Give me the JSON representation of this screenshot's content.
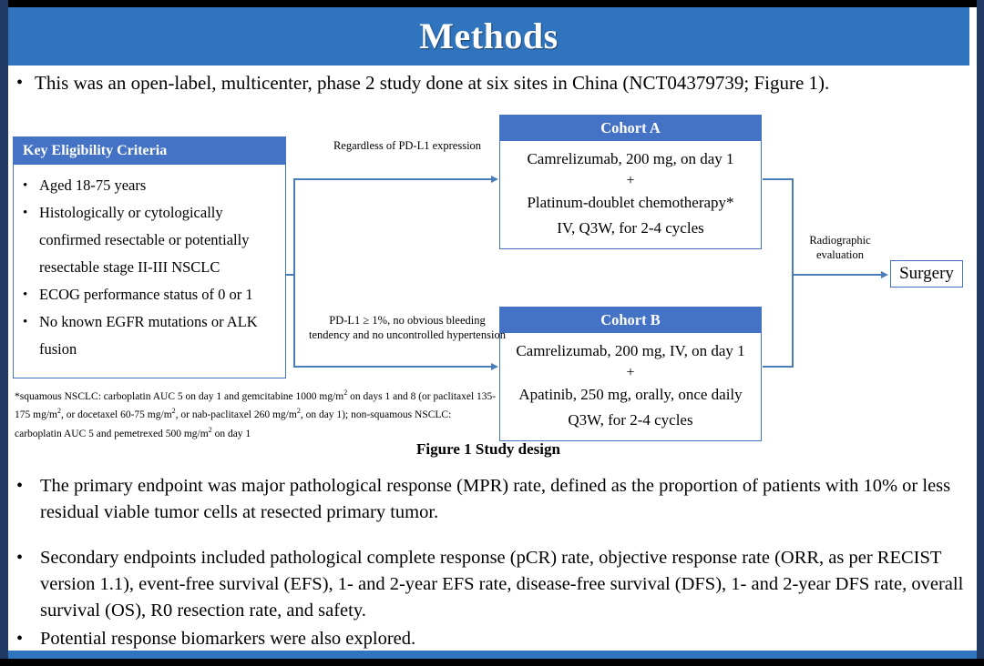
{
  "slide": {
    "title": "Methods",
    "accent_blue": "#3074be",
    "box_blue": "#4472c4",
    "edge_navy": "#1f3864",
    "line_blue": "#4a7ebb"
  },
  "top_bullet": {
    "marker": "•",
    "text": "This was an open-label, multicenter, phase 2 study done at six sites in China (NCT04379739; Figure 1)."
  },
  "eligibility": {
    "header": "Key  Eligibility Criteria",
    "marker": "•",
    "items": [
      "Aged 18-75 years",
      "Histologically or cytologically confirmed resectable or potentially resectable stage II-III  NSCLC",
      "ECOG performance status of 0 or 1",
      "No known EGFR mutations or ALK fusion"
    ]
  },
  "footnote": {
    "line1_pre": "*squamous NSCLC: carboplatin AUC 5 on day 1 and gemcitabine 1000 mg/m",
    "line1_post": " on days 1 and 8 (or paclitaxel 135-175  mg/m",
    "line2_post": ", or docetaxel 60-75 mg/m",
    "line3_post": ", or nab-paclitaxel 260 mg/m",
    "line4_post": ", on day 1); non-squamous NSCLC: carboplatin AUC 5 and pemetrexed 500 mg/m",
    "line5_post": " on day 1",
    "sup": "2",
    "full_text": "*squamous NSCLC: carboplatin AUC 5 on day 1 and gemcitabine 1000 mg/m2 on days 1 and 8 (or paclitaxel 135-175 mg/m2, or docetaxel 60-75 mg/m2, or nab-paclitaxel 260 mg/m2, on day 1); non-squamous NSCLC: carboplatin AUC 5 and pemetrexed 500 mg/m2 on day 1"
  },
  "cohort_a": {
    "header": "Cohort A",
    "line1": "Camrelizumab, 200 mg, on day 1",
    "plus": "+",
    "line2": "Platinum-doublet chemotherapy*",
    "line3": "IV, Q3W, for 2-4 cycles"
  },
  "cohort_b": {
    "header": "Cohort B",
    "line1": "Camrelizumab, 200 mg, IV, on day 1",
    "plus": "+",
    "line2": "Apatinib, 250 mg, orally, once daily",
    "line3": "Q3W, for 2-4 cycles"
  },
  "connectors": {
    "to_cohort_a": "Regardless  of PD-L1 expression",
    "to_cohort_b": "PD-L1 ≥ 1%, no obvious bleeding tendency  and no uncontrolled  hypertension",
    "to_surgery": "Radiographic evaluation"
  },
  "surgery": {
    "label": "Surgery"
  },
  "figure_caption": "Figure 1 Study design",
  "bottom_bullets": {
    "marker": "•",
    "items": [
      "The primary endpoint was major pathological response (MPR) rate, defined as the proportion of patients with 10% or less residual viable tumor cells at resected primary tumor.",
      "Secondary endpoints included pathological complete response (pCR) rate, objective response rate (ORR, as per RECIST version 1.1), event-free survival (EFS), 1- and 2-year EFS rate, disease-free survival (DFS), 1- and 2-year DFS rate, overall survival (OS), R0 resection rate, and safety.",
      "Potential response biomarkers were also explored."
    ]
  }
}
